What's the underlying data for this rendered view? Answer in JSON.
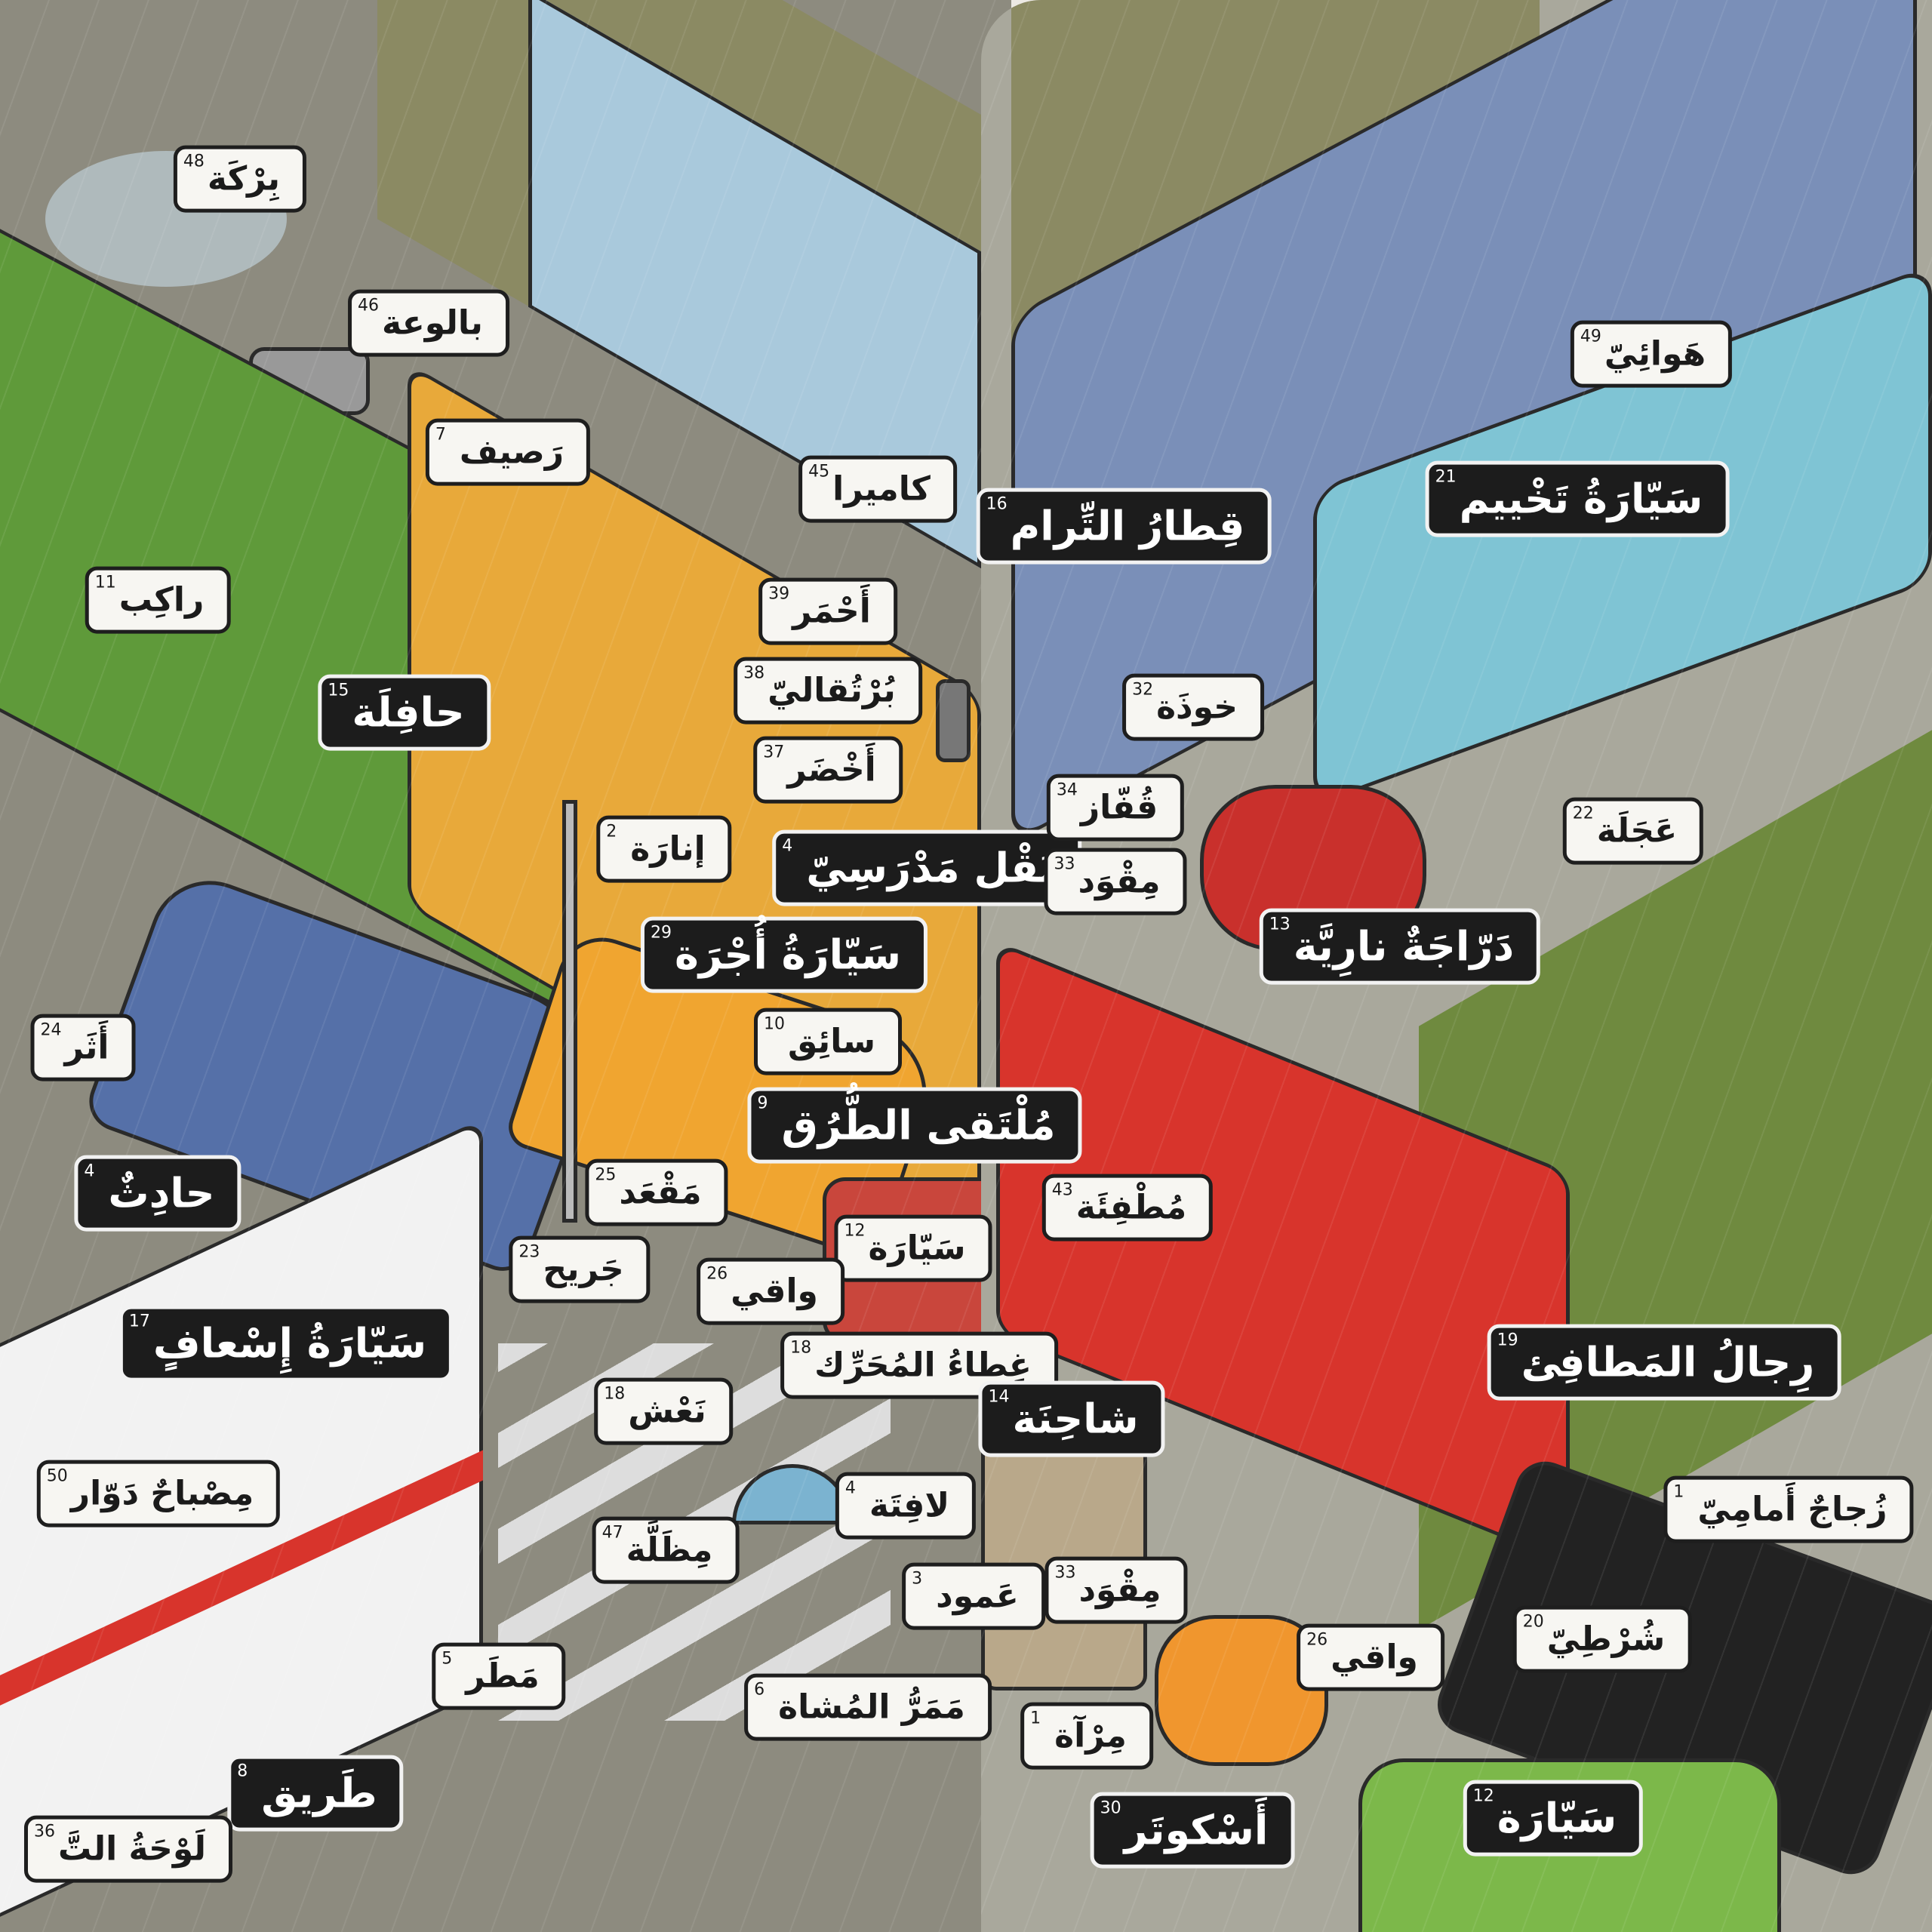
{
  "labels": [
    {
      "num": "48",
      "text": "بِرْكَة",
      "v": "w"
    },
    {
      "num": "46",
      "text": "بالوعة",
      "v": "w"
    },
    {
      "num": "7",
      "text": "رَصيف",
      "v": "w"
    },
    {
      "num": "45",
      "text": "كاميرا",
      "v": "w"
    },
    {
      "num": "11",
      "text": "راكِب",
      "v": "w"
    },
    {
      "num": "15",
      "text": "حافِلَة",
      "v": "b"
    },
    {
      "num": "39",
      "text": "أَحْمَر",
      "v": "w"
    },
    {
      "num": "38",
      "text": "بُرْتُقاليّ",
      "v": "w"
    },
    {
      "num": "37",
      "text": "أَخْضَر",
      "v": "w"
    },
    {
      "num": "2",
      "text": "إنارَة",
      "v": "w"
    },
    {
      "num": "4",
      "text": "نَقْل مَدْرَسِيّ",
      "v": "b"
    },
    {
      "num": "29",
      "text": "سَيّارَةُ أُجْرَة",
      "v": "b"
    },
    {
      "num": "10",
      "text": "سائِق",
      "v": "w"
    },
    {
      "num": "24",
      "text": "أَثَر",
      "v": "w"
    },
    {
      "num": "9",
      "text": "مُلْتَقى الطُّرُق",
      "v": "b"
    },
    {
      "num": "4",
      "text": "حادِثٌ",
      "v": "b"
    },
    {
      "num": "25",
      "text": "مَقْعَد",
      "v": "w"
    },
    {
      "num": "12",
      "text": "سَيّارَة",
      "v": "w"
    },
    {
      "num": "23",
      "text": "جَريح",
      "v": "w"
    },
    {
      "num": "26",
      "text": "واقي",
      "v": "w"
    },
    {
      "num": "17",
      "text": "سَيّارَةُ إِسْعافٍ",
      "v": "b"
    },
    {
      "num": "18",
      "text": "غِطاءُ المُحَرِّك",
      "v": "w"
    },
    {
      "num": "18",
      "text": "نَعْش",
      "v": "w"
    },
    {
      "num": "4",
      "text": "لافِتَة",
      "v": "w"
    },
    {
      "num": "50",
      "text": "مِصْباحٌ دَوّار",
      "v": "w"
    },
    {
      "num": "47",
      "text": "مِظَلَّة",
      "v": "w"
    },
    {
      "num": "3",
      "text": "عَمود",
      "v": "w"
    },
    {
      "num": "5",
      "text": "مَطَر",
      "v": "w"
    },
    {
      "num": "6",
      "text": "مَمَرُّ المُشاة",
      "v": "w"
    },
    {
      "num": "8",
      "text": "طَريق",
      "v": "b"
    },
    {
      "num": "36",
      "text": "لَوْحَةُ التَّ",
      "v": "w"
    },
    {
      "num": "49",
      "text": "هَوائِيّ",
      "v": "w"
    },
    {
      "num": "16",
      "text": "قِطارُ التِّرام",
      "v": "b"
    },
    {
      "num": "21",
      "text": "سَيّارَةُ تَخْييم",
      "v": "b"
    },
    {
      "num": "32",
      "text": "خوذَة",
      "v": "w"
    },
    {
      "num": "34",
      "text": "قُفّاز",
      "v": "w"
    },
    {
      "num": "33",
      "text": "مِقْوَد",
      "v": "w"
    },
    {
      "num": "22",
      "text": "عَجَلَة",
      "v": "w"
    },
    {
      "num": "13",
      "text": "دَرّاجَةٌ نارِيَّة",
      "v": "b"
    },
    {
      "num": "43",
      "text": "مُطْفِئَة",
      "v": "w"
    },
    {
      "num": "19",
      "text": "رِجالُ المَطافِئ",
      "v": "b"
    },
    {
      "num": "14",
      "text": "شاحِنَة",
      "v": "b"
    },
    {
      "num": "1",
      "text": "زُجاجٌ أَمامِيّ",
      "v": "w"
    },
    {
      "num": "33",
      "text": "مِقْوَد",
      "v": "w"
    },
    {
      "num": "20",
      "text": "شُرْطِيّ",
      "v": "w"
    },
    {
      "num": "26",
      "text": "واقي",
      "v": "w"
    },
    {
      "num": "1",
      "text": "مِرْآة",
      "v": "w"
    },
    {
      "num": "30",
      "text": "أَسْكوتَر",
      "v": "b"
    },
    {
      "num": "12",
      "text": "سَيّارَة",
      "v": "b"
    }
  ],
  "colors": {
    "bus": "#5f9a3a",
    "school_bus": "#e8a93a",
    "taxi": "#f0a530",
    "blue_car": "#5570a8",
    "ambulance": "#f2f2f2",
    "tram": "#7a8fb8",
    "camper": "#7fc4d4",
    "fire_truck": "#d8342c",
    "police": "#222222",
    "green_car": "#7cb84a",
    "grass": "#6f8a3f"
  }
}
